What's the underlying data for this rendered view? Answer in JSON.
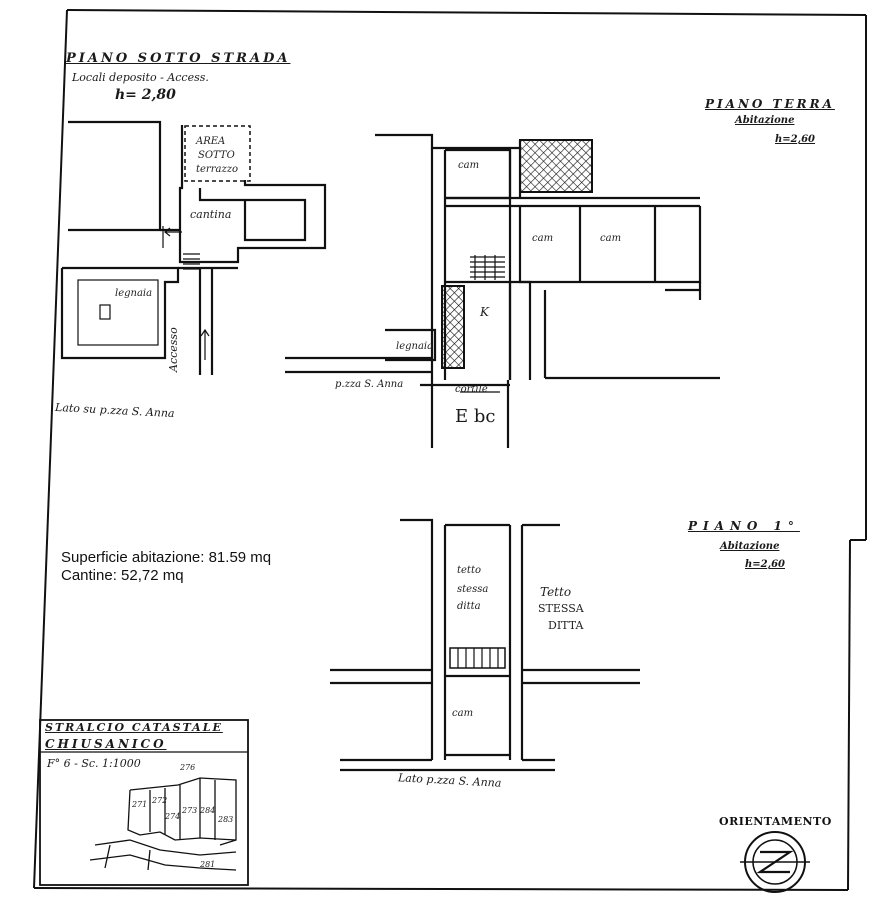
{
  "areas": {
    "abitazione": "Superficie abitazione: 81.59 mq",
    "cantine": "Cantine: 52,72 mq"
  },
  "piano_sotto_strada": {
    "title": "PIANO SOTTO STRADA",
    "subtitle": "Locali deposito - Access.",
    "height": "h= 2,80",
    "rooms": {
      "area": "AREA",
      "sotto": "SOTTO",
      "terrazzo": "terrazzo",
      "cantina": "cantina",
      "legnaia": "legnaia",
      "accesso": "Accesso"
    },
    "road_label": "Lato su p.zza S. Anna"
  },
  "piano_terra": {
    "title": "PIANO TERRA",
    "subtitle": "Abitazione",
    "height": "h=2,60",
    "rooms": {
      "cam_top": "cam",
      "cam_mid": "cam",
      "cam_right": "cam",
      "k": "K",
      "legnaia": "legnaia",
      "piazza": "p.zza S. Anna",
      "cortile": "cortile",
      "ebc": "E bc"
    }
  },
  "piano_primo": {
    "title": "PIANO 1°",
    "subtitle": "Abitazione",
    "height": "h=2,60",
    "rooms": {
      "tetto1": "tetto",
      "stessa1": "stessa",
      "ditta1": "ditta",
      "tetto2": "Tetto",
      "stessa2": "STESSA",
      "ditta2": "DITTA",
      "cam": "cam"
    },
    "road_label": "Lato p.zza S. Anna"
  },
  "stralcio": {
    "title": "STRALCIO CATASTALE",
    "comune": "CHIUSANICO",
    "foglio": "F° 6 - Sc. 1:1000",
    "parcels": [
      "271",
      "272",
      "274",
      "273",
      "284",
      "283",
      "281",
      "276"
    ]
  },
  "orientamento": {
    "label": "ORIENTAMENTO"
  }
}
